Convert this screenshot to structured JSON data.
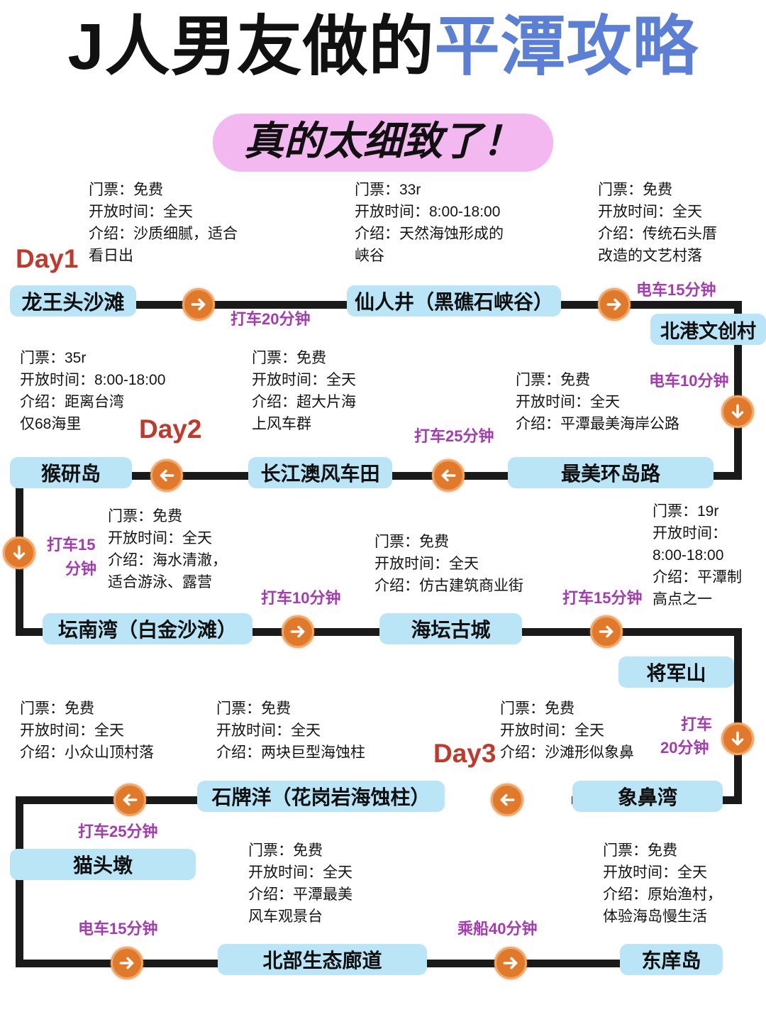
{
  "title": {
    "part_black": "J人男友做的",
    "part_blue": "平潭攻略",
    "subtitle": "真的太细致了！"
  },
  "colors": {
    "node_fill": "#b9e5f7",
    "line": "#1a1a1a",
    "arrow": "#e07a2a",
    "transit_text": "#a43bb0",
    "day_text": "#c0392b",
    "title_blue": "#5b7fd4",
    "subtitle_pill": "#f3b8ef"
  },
  "days": [
    {
      "label": "Day1"
    },
    {
      "label": "Day2"
    },
    {
      "label": "Day3"
    }
  ],
  "labels": {
    "ticket": "门票：",
    "hours": "开放时间：",
    "intro": "介绍："
  },
  "nodes": [
    {
      "id": "longwangtou",
      "name": "龙王头沙滩",
      "ticket": "免费",
      "hours": "全天",
      "intro": "沙质细腻，适合看日出",
      "info_text": "门票：免费\n开放时间：全天\n介绍：沙质细腻，适合\n看日出"
    },
    {
      "id": "xianrenjing",
      "name": "仙人井（黑礁石峡谷）",
      "ticket": "33r",
      "hours": "8:00-18:00",
      "intro": "天然海蚀形成的峡谷",
      "info_text": "门票：33r\n开放时间：8:00-18:00\n介绍：天然海蚀形成的\n峡谷"
    },
    {
      "id": "beigang",
      "name": "北港文创村",
      "ticket": "免费",
      "hours": "全天",
      "intro": "传统石头厝改造的文艺村落",
      "info_text": "门票：免费\n开放时间：全天\n介绍：传统石头厝\n改造的文艺村落"
    },
    {
      "id": "zuimeihuandao",
      "name": "最美环岛路",
      "ticket": "免费",
      "hours": "全天",
      "intro": "平潭最美海岸公路",
      "info_text": "门票：免费\n开放时间：全天\n介绍：平潭最美海岸公路"
    },
    {
      "id": "changjiangao",
      "name": "长江澳风车田",
      "ticket": "免费",
      "hours": "全天",
      "intro": "超大片海上风车群",
      "info_text": "门票：免费\n开放时间：全天\n介绍：超大片海\n上风车群"
    },
    {
      "id": "houyandao",
      "name": "猴研岛",
      "ticket": "35r",
      "hours": "8:00-18:00",
      "intro": "距离台湾仅68海里",
      "info_text": "门票：35r\n开放时间：8:00-18:00\n介绍：距离台湾\n仅68海里"
    },
    {
      "id": "tannanwan",
      "name": "坛南湾（白金沙滩）",
      "ticket": "免费",
      "hours": "全天",
      "intro": "海水清澈，适合游泳、露营",
      "info_text": "门票：免费\n开放时间：全天\n介绍：海水清澈，\n适合游泳、露营"
    },
    {
      "id": "haitangucheng",
      "name": "海坛古城",
      "ticket": "免费",
      "hours": "全天",
      "intro": "仿古建筑商业街",
      "info_text": "门票：免费\n开放时间：全天\n介绍：仿古建筑商业街"
    },
    {
      "id": "jiangjunshan",
      "name": "将军山",
      "ticket": "19r",
      "hours": "8:00-18:00",
      "intro": "平潭制高点之一",
      "info_text": "门票：19r\n开放时间：\n8:00-18:00\n介绍：平潭制\n高点之一"
    },
    {
      "id": "xiangbiwan",
      "name": "象鼻湾",
      "ticket": "免费",
      "hours": "全天",
      "intro": "沙滩形似象鼻",
      "info_text": "门票：免费\n开放时间：全天\n介绍：沙滩形似象鼻"
    },
    {
      "id": "shipaiyang",
      "name": "石牌洋（花岗岩海蚀柱）",
      "ticket": "免费",
      "hours": "全天",
      "intro": "两块巨型海蚀柱",
      "info_text": "门票：免费\n开放时间：全天\n介绍：两块巨型海蚀柱"
    },
    {
      "id": "maotoudun",
      "name": "猫头墩",
      "ticket": "免费",
      "hours": "全天",
      "intro": "小众山顶村落",
      "info_text": "门票：免费\n开放时间：全天\n介绍：小众山顶村落"
    },
    {
      "id": "beibu",
      "name": "北部生态廊道",
      "ticket": "免费",
      "hours": "全天",
      "intro": "平潭最美风车观景台",
      "info_text": "门票：免费\n开放时间：全天\n介绍：平潭最美\n风车观景台"
    },
    {
      "id": "dongyudao",
      "name": "东庠岛",
      "ticket": "免费",
      "hours": "全天",
      "intro": "原始渔村，体验海岛慢生活",
      "info_text": "门票：免费\n开放时间：全天\n介绍：原始渔村，\n体验海岛慢生活"
    }
  ],
  "transits": [
    {
      "id": "t1",
      "text": "打车20分钟",
      "mode": "打车",
      "minutes": 20,
      "direction": "right"
    },
    {
      "id": "t2",
      "text": "电车15分钟",
      "mode": "电车",
      "minutes": 15,
      "direction": "right"
    },
    {
      "id": "t3",
      "text": "电车10分钟",
      "mode": "电车",
      "minutes": 10,
      "direction": "down"
    },
    {
      "id": "t4",
      "text": "打车25分钟",
      "mode": "打车",
      "minutes": 25,
      "direction": "left"
    },
    {
      "id": "t5_line1",
      "text": "打车15",
      "mode": "打车",
      "minutes": 15,
      "direction": "down"
    },
    {
      "id": "t5_line2",
      "text": "分钟"
    },
    {
      "id": "t6",
      "text": "打车10分钟",
      "mode": "打车",
      "minutes": 10,
      "direction": "right"
    },
    {
      "id": "t7",
      "text": "打车15分钟",
      "mode": "打车",
      "minutes": 15,
      "direction": "right"
    },
    {
      "id": "t8_line1",
      "text": "打车",
      "mode": "打车",
      "minutes": 20,
      "direction": "down"
    },
    {
      "id": "t8_line2",
      "text": "20分钟"
    },
    {
      "id": "t9",
      "text": "打车25分钟",
      "mode": "打车",
      "minutes": 25,
      "direction": "left"
    },
    {
      "id": "t10",
      "text": "电车15分钟",
      "mode": "电车",
      "minutes": 15,
      "direction": "right"
    },
    {
      "id": "t11",
      "text": "乘船40分钟",
      "mode": "乘船",
      "minutes": 40,
      "direction": "right"
    }
  ]
}
